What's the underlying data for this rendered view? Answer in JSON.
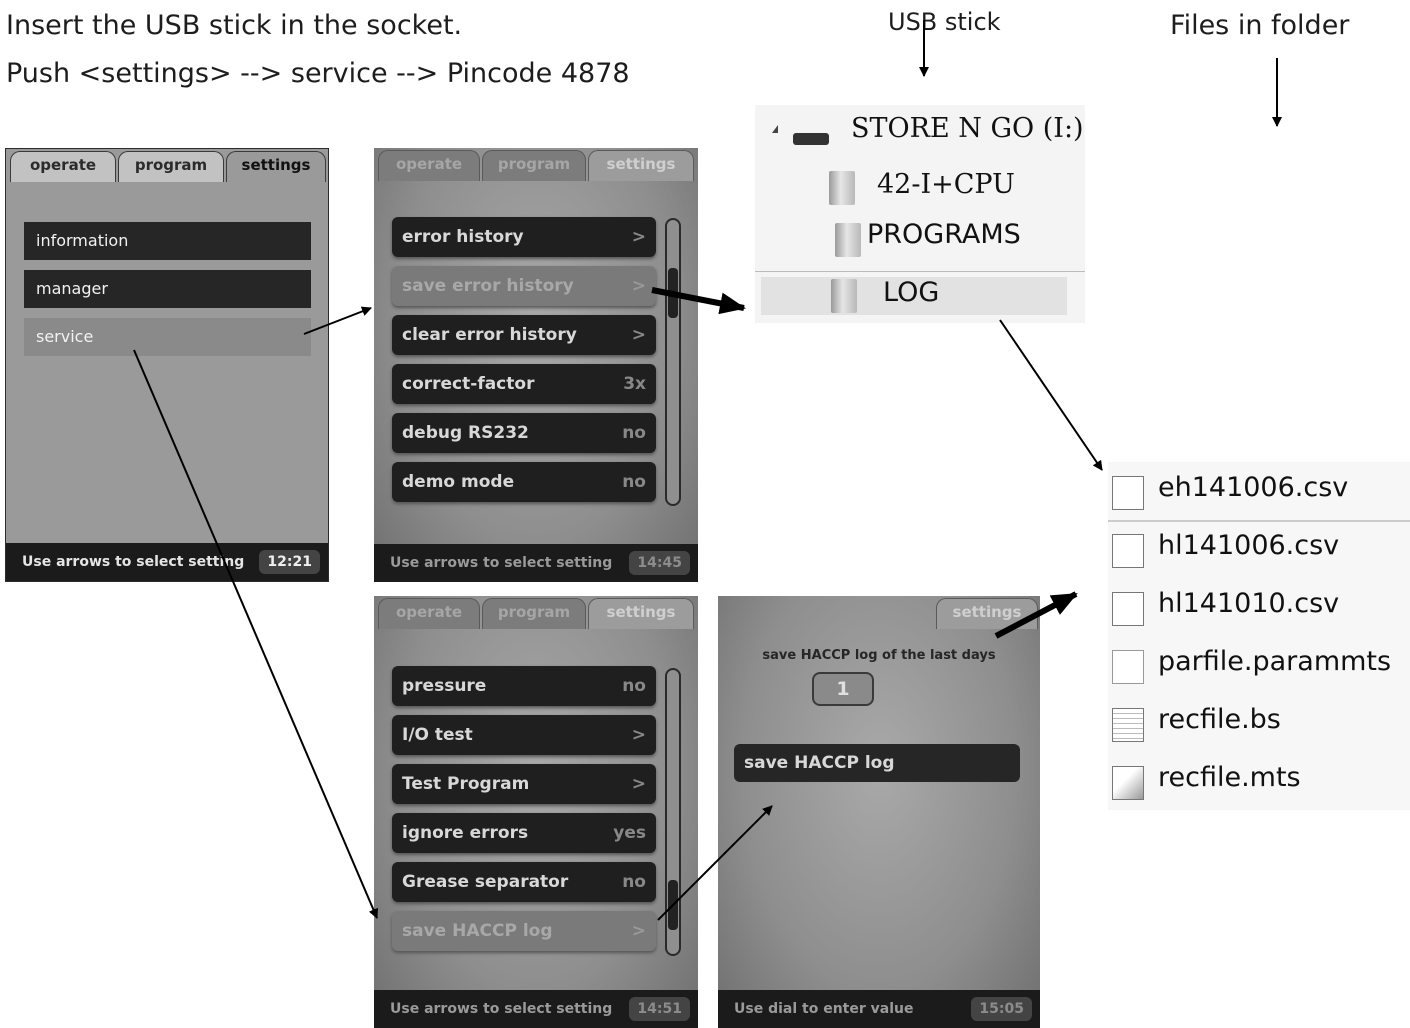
{
  "instructions": {
    "line1": "Insert the USB stick in the socket.",
    "line2": "Push <settings> --> service --> Pincode 4878"
  },
  "captions": {
    "usb_stick": "USB stick",
    "files_in_folder": "Files in folder"
  },
  "screen1": {
    "tabs": [
      "operate",
      "program",
      "settings"
    ],
    "items": [
      "information",
      "manager",
      "service"
    ],
    "status": "Use arrows to select setting",
    "time": "12:21"
  },
  "screen2": {
    "tabs": [
      "operate",
      "program",
      "settings"
    ],
    "items": [
      {
        "label": "error history",
        "value": ">"
      },
      {
        "label": "save error history",
        "value": ">"
      },
      {
        "label": "clear error history",
        "value": ">"
      },
      {
        "label": "correct-factor",
        "value": "3x"
      },
      {
        "label": "debug RS232",
        "value": "no"
      },
      {
        "label": "demo mode",
        "value": "no"
      }
    ],
    "status": "Use arrows to select setting",
    "time": "14:45"
  },
  "screen3": {
    "tabs": [
      "operate",
      "program",
      "settings"
    ],
    "items": [
      {
        "label": "pressure",
        "value": "no"
      },
      {
        "label": "I/O test",
        "value": ">"
      },
      {
        "label": "Test Program",
        "value": ">"
      },
      {
        "label": "ignore errors",
        "value": "yes"
      },
      {
        "label": "Grease separator",
        "value": "no"
      },
      {
        "label": "save HACCP log",
        "value": ">"
      }
    ],
    "status": "Use arrows to select setting",
    "time": "14:51"
  },
  "screen4": {
    "tab": "settings",
    "prompt": "save HACCP log of the last days",
    "value": "1",
    "button": "save HACCP log",
    "status": "Use dial to enter value",
    "time": "15:05"
  },
  "usb_tree": {
    "drive": "STORE N GO (I:)",
    "folders": [
      "42-I+CPU",
      "PROGRAMS",
      "LOG"
    ]
  },
  "files": [
    "eh141006.csv",
    "hl141006.csv",
    "hl141010.csv",
    "parfile.parammts",
    "recfile.bs",
    "recfile.mts"
  ]
}
